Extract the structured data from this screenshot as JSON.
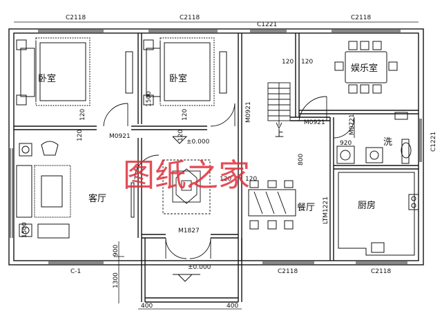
{
  "rooms": {
    "bedroom1": "卧室",
    "bedroom2": "卧室",
    "entertainment": "娱乐室",
    "living": "客厅",
    "dining": "餐厅",
    "kitchen": "厨房",
    "washroom": "洗",
    "stair_up": "上"
  },
  "windows": {
    "top1": "C2118",
    "top2": "C2118",
    "top3": "C1221",
    "top4": "C2118",
    "right": "C1221",
    "bottom1": "C-1",
    "bottom2": "C2118",
    "bottom3": "C2118",
    "kitchen_side": "LTM1221"
  },
  "doors": {
    "bed1": "M0921",
    "stair": "M0921",
    "ent": "M0921",
    "wash": "M0721",
    "main": "M1827"
  },
  "levels": {
    "hall": "±0.000",
    "porch": "±0.000"
  },
  "dims": {
    "d120_1": "120",
    "d120_2": "120",
    "d120_3": "120",
    "d120_4": "120",
    "d120_5": "120",
    "d120_6": "120",
    "d120_7": "120",
    "d120_8": "120",
    "d1500": "1500",
    "d1500b": "1500",
    "d900": "900",
    "d1300": "1300",
    "d400a": "400",
    "d400b": "400",
    "d920": "920",
    "d800": "800"
  },
  "watermark": "图纸之家",
  "colors": {
    "line": "#111111",
    "watermark": "#e0303a"
  }
}
